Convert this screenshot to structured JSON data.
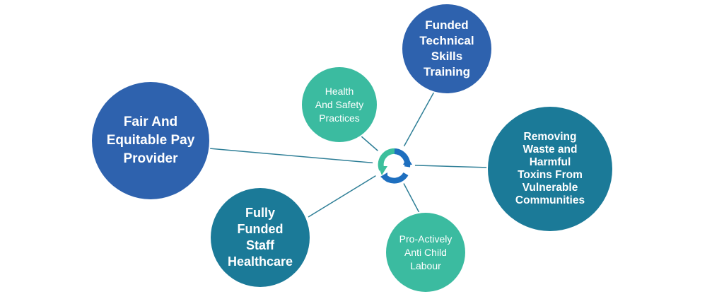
{
  "colors": {
    "dark_blue": "#2e62ae",
    "teal": "#1b7a98",
    "mint": "#3bbba0",
    "line": "#2f7f97",
    "hub_green": "#3cbf9c",
    "hub_blue": "#1e6fbf"
  },
  "hub": {
    "icon": "cycle-arrows-icon"
  },
  "nodes": {
    "fair": {
      "label": "Fair And\nEquitable Pay\nProvider"
    },
    "health": {
      "label": "Health\nAnd Safety\nPractices"
    },
    "training": {
      "label": "Funded\nTechnical\nSkills\nTraining"
    },
    "waste": {
      "label": "Removing\nWaste and\nHarmful\nToxins From\nVulnerable\nCommunities"
    },
    "child": {
      "label": "Pro-Actively\nAnti Child\nLabour"
    },
    "staff": {
      "label": "Fully\nFunded\nStaff\nHealthcare"
    }
  }
}
